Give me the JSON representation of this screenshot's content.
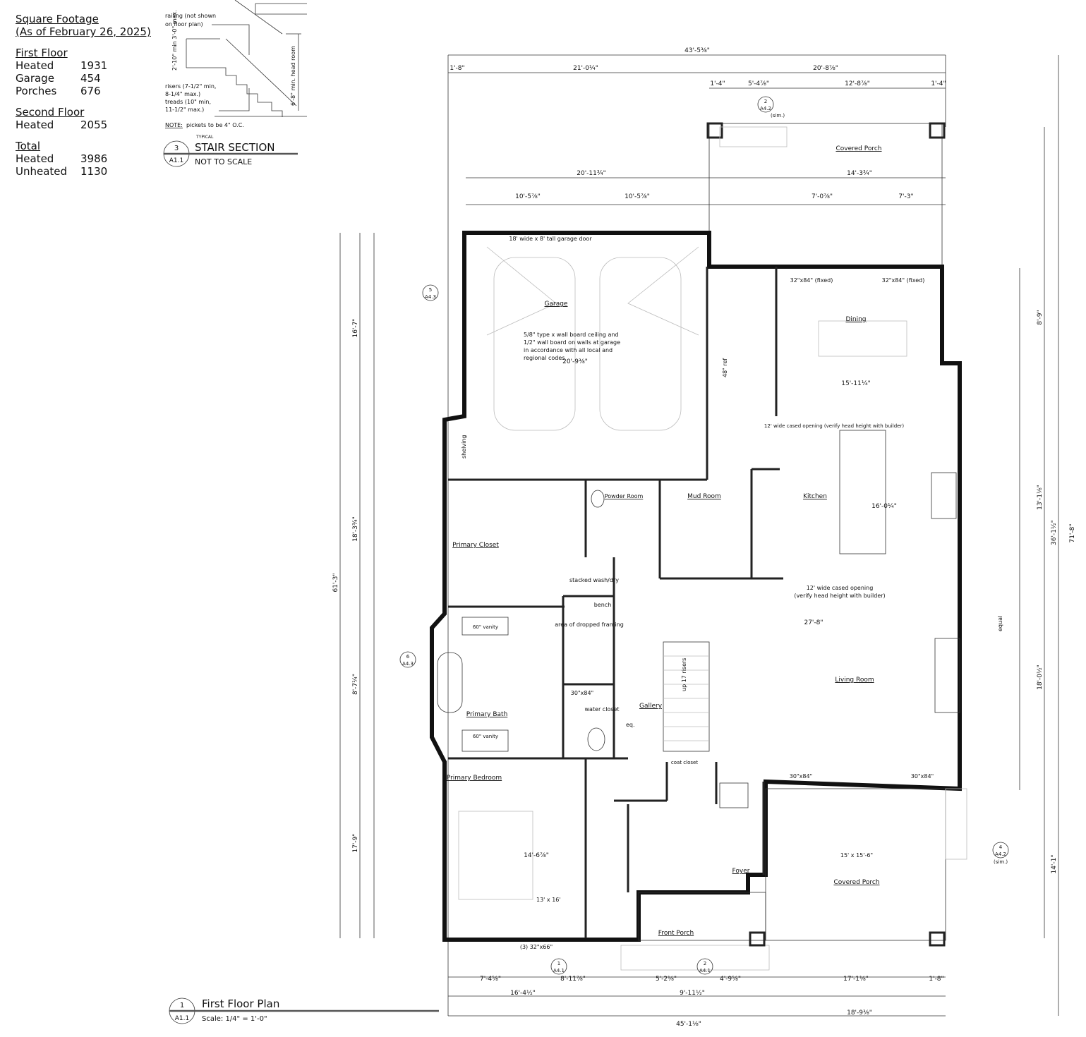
{
  "square_footage": {
    "title": "Square Footage",
    "as_of": "(As of February 26, 2025)",
    "first_floor": {
      "heading": "First Floor",
      "rows": [
        [
          "Heated",
          "1931"
        ],
        [
          "Garage",
          "454"
        ],
        [
          "Porches",
          "676"
        ]
      ]
    },
    "second_floor": {
      "heading": "Second Floor",
      "rows": [
        [
          "Heated",
          "2055"
        ]
      ]
    },
    "total": {
      "heading": "Total",
      "rows": [
        [
          "Heated",
          "3986"
        ],
        [
          "Unheated",
          "1130"
        ]
      ]
    }
  },
  "stair_section": {
    "railing_note_1": "railing (not shown",
    "railing_note_2": "on floor plan)",
    "rail_height": "2'-10\" min 3'-0\" max.",
    "head_room": "6'-8\" min. head room",
    "risers_1": "risers (7-1/2\" min,",
    "risers_2": "8-1/4\" max.)",
    "treads_1": "treads (10\" min,",
    "treads_2": "11-1/2\" max.)",
    "note_label": "NOTE:",
    "note_text": "pickets to be 4\" O.C.",
    "typical": "TYPICAL",
    "title": "STAIR SECTION",
    "subtitle": "NOT TO SCALE",
    "tag_num": "3",
    "tag_sheet": "A1.1"
  },
  "plan_title": {
    "tag_num": "1",
    "tag_sheet": "A1.1",
    "title": "First Floor Plan",
    "scale": "Scale: 1/4\" = 1'-0\""
  },
  "rooms": {
    "garage": "Garage",
    "garage_door": "18' wide x 8' tall garage door",
    "garage_note_1": "5/8\" type x wall board ceiling and",
    "garage_note_2": "1/2\" wall board on walls at garage",
    "garage_note_3": "in accordance with all local and",
    "garage_note_4": "regional codes",
    "covered_porch_top": "Covered Porch",
    "dining": "Dining",
    "kitchen": "Kitchen",
    "mud_room": "Mud Room",
    "powder_room": "Powder Room",
    "primary_closet": "Primary Closet",
    "primary_bath": "Primary Bath",
    "water_closet": "water closet",
    "gallery": "Gallery",
    "living_room": "Living Room",
    "primary_bedroom": "Primary Bedroom",
    "foyer": "Foyer",
    "front_porch": "Front Porch",
    "covered_porch_bottom": "Covered Porch",
    "dropped_framing": "area of dropped framing",
    "stacked": "stacked wash/dry",
    "bench": "bench",
    "shelving": "shelving",
    "ref": "48\" ref",
    "cased_opening_kitchen": "12' wide cased opening (verify head height with builder)",
    "cased_opening_living": "12' wide cased opening",
    "cased_opening_living_2": "(verify head height with builder)",
    "stair_up": "up 17 risers",
    "vanity_1": "60\" vanity",
    "vanity_2": "60\" vanity",
    "bedroom_size": "13' x 16'",
    "porch_size": "15' x 15'-6\"",
    "window_1": "32\"x84\" (fixed)",
    "window_2": "32\"x84\" (fixed)",
    "window_bottom": "(3) 32\"x66\"",
    "door_30": "30\"x84\"",
    "door_living_1": "30\"x84\"",
    "door_living_2": "30\"x84\"",
    "coat_closet": "coat closet",
    "eq": "eq.",
    "equal": "equal"
  },
  "dimensions": {
    "top_overall": "43'-5⅜\"",
    "top_1": "1'-8\"",
    "top_2": "21'-0¼\"",
    "top_3": "20'-8⅞\"",
    "top_4": "1'-4\"",
    "top_5": "5'-4⅞\"",
    "top_6": "12'-8⅞\"",
    "top_7": "1'-4\"",
    "top_8": "20'-11¾\"",
    "top_9": "14'-3¾\"",
    "top_10": "10'-5⅞\"",
    "top_11": "10'-5⅞\"",
    "top_12": "7'-0⅞\"",
    "top_13": "7'-3\"",
    "bottom_overall": "45'-1⅛\"",
    "bottom_1": "16'-4½\"",
    "bottom_2": "9'-11½\"",
    "bottom_3": "18'-9⅜\"",
    "bottom_4": "7'-4⅝\"",
    "bottom_5": "8'-11⅞\"",
    "bottom_6": "5'-2⅛\"",
    "bottom_7": "4'-9⅝\"",
    "bottom_8": "17'-1⅛\"",
    "bottom_9": "1'-8\"",
    "left_overall": "61'-3\"",
    "left_1": "16'-7\"",
    "left_2": "18'-3¾\"",
    "left_3": "8'-7¼\"",
    "left_4": "17'-9\"",
    "right_overall": "71'-8\"",
    "right_1": "36'-1½\"",
    "right_2": "14'-1\"",
    "right_3": "8'-9\"",
    "right_4": "13'-1⅛\"",
    "right_5": "18'-0½\"",
    "garage_w": "20'-9⅜\"",
    "dining_w": "15'-11¼\"",
    "kitchen_w": "16'-0¼\"",
    "gallery_w": "27'-8\"",
    "bedroom_w": "14'-6⅞\""
  },
  "section_tags": [
    {
      "num": "2",
      "sheet": "A4.2",
      "note": "(sim.)"
    },
    {
      "num": "5",
      "sheet": "A4.3"
    },
    {
      "num": "6",
      "sheet": "A4.3"
    },
    {
      "num": "4",
      "sheet": "A4.2",
      "note": "(sim.)"
    },
    {
      "num": "1",
      "sheet": "A4.1"
    },
    {
      "num": "2",
      "sheet": "A4.1"
    }
  ]
}
